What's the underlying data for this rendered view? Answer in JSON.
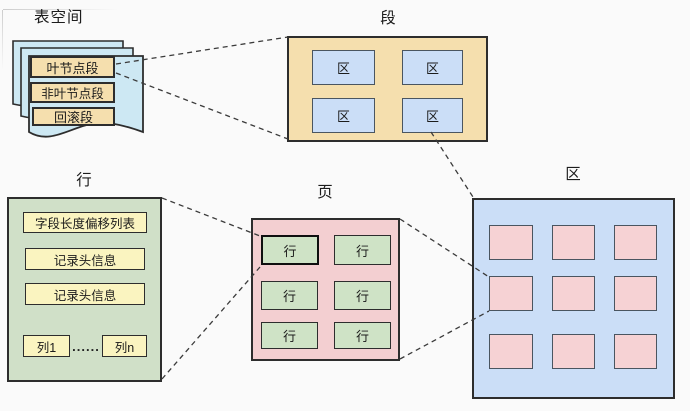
{
  "diagram": {
    "tablespace": {
      "title": "表空间",
      "segments": [
        "叶节点段",
        "非叶节点段",
        "回滚段"
      ]
    },
    "segment": {
      "title": "段",
      "cells": [
        "区",
        "区",
        "区",
        "区"
      ]
    },
    "row": {
      "title": "行",
      "fields": [
        "字段长度偏移列表",
        "记录头信息",
        "记录头信息"
      ],
      "first_column": "列1",
      "ellipsis": "......",
      "last_column": "列n"
    },
    "page": {
      "title": "页",
      "cells": [
        "行",
        "行",
        "行",
        "行",
        "行",
        "行"
      ]
    },
    "extent": {
      "title": "区",
      "cell_count": 9
    },
    "colors": {
      "background": "#fafafa",
      "page_fill": "#cde8f3",
      "tan_fill": "#f5dfae",
      "yellow_fill": "#faf4c0",
      "green_fill": "#d0e0c8",
      "green_cell_fill": "#cfe3c6",
      "pink_fill": "#f3cfd1",
      "pink_cell_fill": "#f6d2d4",
      "blue_fill": "#cbdef7",
      "border_dark": "#2d2d2d",
      "border_slate": "#4a5560",
      "connector": "#3a3a3a"
    }
  }
}
